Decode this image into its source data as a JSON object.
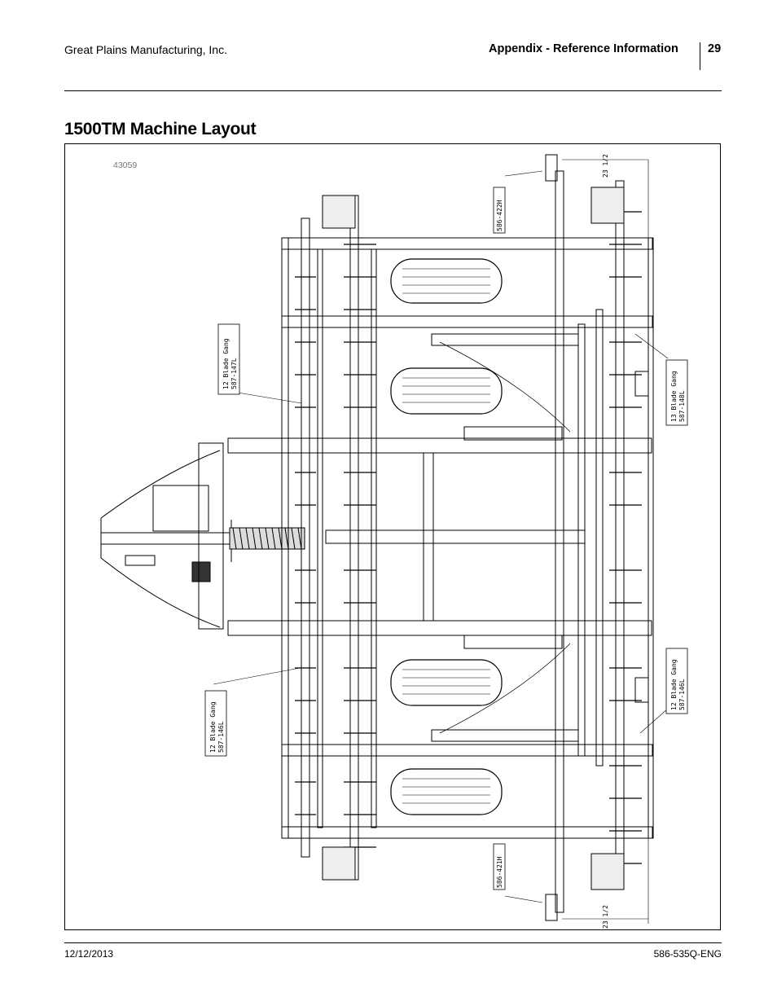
{
  "header": {
    "company": "Great Plains Manufacturing, Inc.",
    "section": "Appendix - Reference Information",
    "page_number": "29"
  },
  "page_title": "1500TM Machine Layout",
  "figure": {
    "figure_id": "43059",
    "callouts": {
      "gang_left_top_line1": "12 Blade Gang",
      "gang_left_top_line2": "587-147L",
      "gang_left_bottom_line1": "12 Blade Gang",
      "gang_left_bottom_line2": "587-146L",
      "gang_right_top_line1": "13 Blade Gang",
      "gang_right_top_line2": "587-148L",
      "gang_right_bottom_line1": "12 Blade Gang",
      "gang_right_bottom_line2": "587-146L",
      "part_top": "586-422H",
      "part_bottom": "586-421H",
      "dim_top": "23 1/2",
      "dim_bottom": "23 1/2"
    }
  },
  "footer": {
    "date": "12/12/2013",
    "doc_number": "586-535Q-ENG"
  }
}
